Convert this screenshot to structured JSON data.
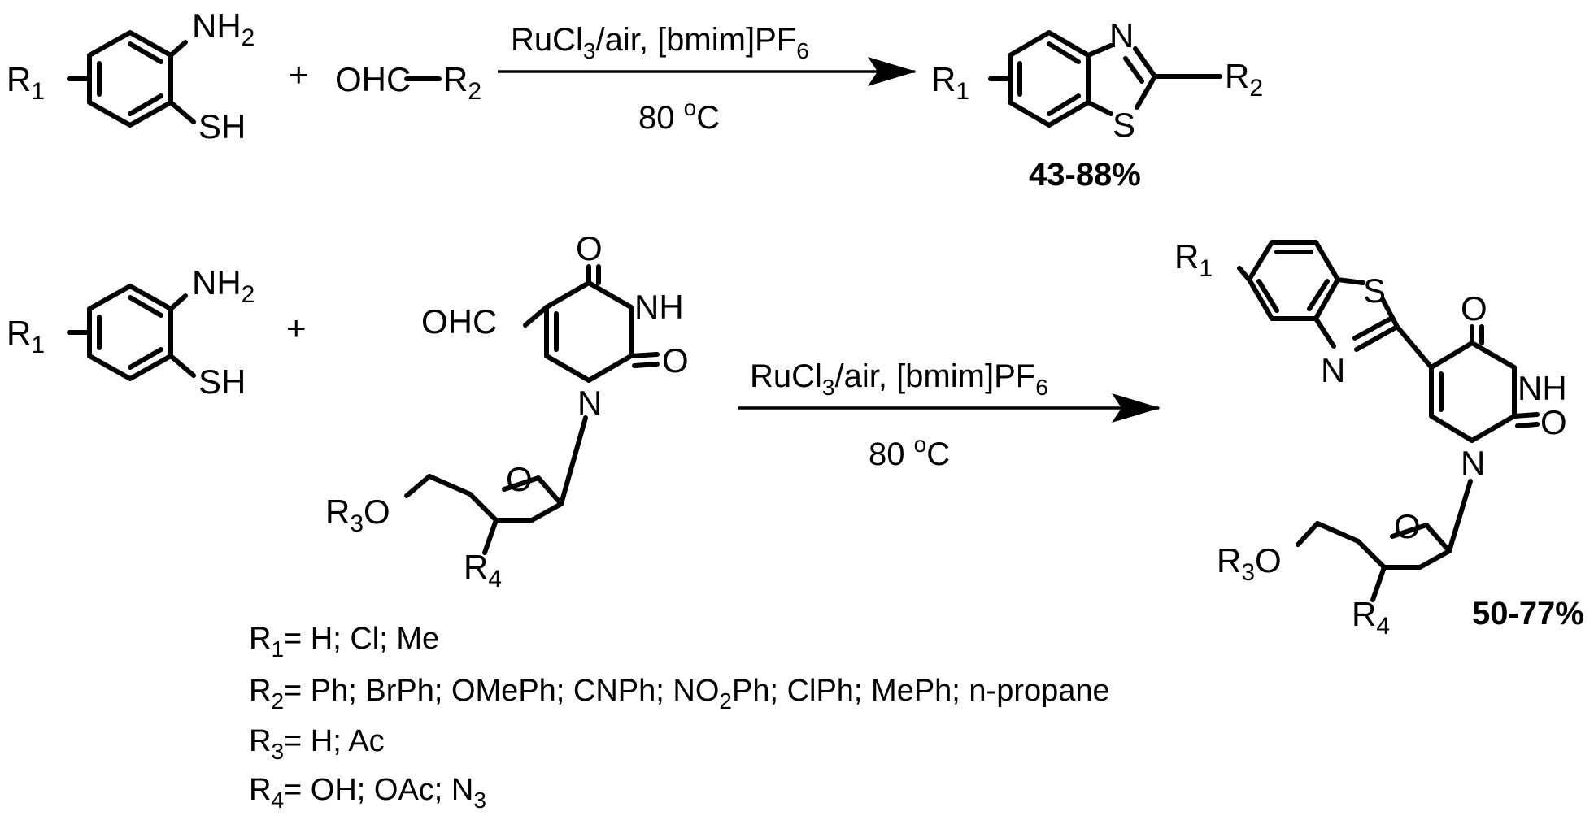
{
  "reaction1": {
    "reactant1": {
      "r1": "R",
      "r1_sub": "1",
      "amine_head": "NH",
      "amine_sub": "2",
      "thiol": "SH"
    },
    "plus": "+",
    "aldehyde": {
      "head": "OHC",
      "r": "R",
      "r_sub": "2"
    },
    "conditions_top": {
      "a": "RuCl",
      "a_sub": "3",
      "b": "/air, [bmim]PF",
      "b_sub": "6"
    },
    "conditions_bottom": {
      "num": "80 ",
      "deg": "o",
      "unit": "C"
    },
    "product": {
      "r1": "R",
      "r1_sub": "1",
      "n": "N",
      "s": "S",
      "r2": "R",
      "r2_sub": "2"
    },
    "yield": "43-88%"
  },
  "reaction2": {
    "reactant1": {
      "r1": "R",
      "r1_sub": "1",
      "amine_head": "NH",
      "amine_sub": "2",
      "thiol": "SH"
    },
    "plus": "+",
    "nucleoside": {
      "formyl": "OHC",
      "carbonyl_top": "O",
      "nh": "NH",
      "carbonyl_right": "O",
      "n1": "N",
      "ring_o": "O",
      "r3": "R",
      "r3_sub": "3",
      "r3_o": "O",
      "r4": "R",
      "r4_sub": "4"
    },
    "conditions_top": {
      "a": "RuCl",
      "a_sub": "3",
      "b": "/air, [bmim]PF",
      "b_sub": "6"
    },
    "conditions_bottom": {
      "num": "80 ",
      "deg": "o",
      "unit": "C"
    },
    "product": {
      "r1": "R",
      "r1_sub": "1",
      "s": "S",
      "n_thiazole": "N",
      "carbonyl_top": "O",
      "nh": "NH",
      "carbonyl_right": "O",
      "n1": "N",
      "ring_o": "O",
      "r3": "R",
      "r3_sub": "3",
      "r3_o": "O",
      "r4": "R",
      "r4_sub": "4"
    },
    "yield": "50-77%"
  },
  "legend": {
    "r1": {
      "label": "R",
      "sub": "1",
      "text": "= H; Cl; Me"
    },
    "r2": {
      "label": "R",
      "sub": "2",
      "text_a": "= Ph; BrPh; OMePh; CNPh; NO",
      "sub2": "2",
      "text_b": "Ph; ClPh; MePh; n-propane"
    },
    "r3": {
      "label": "R",
      "sub": "3",
      "text": "= H; Ac"
    },
    "r4": {
      "label": "R",
      "sub": "4",
      "text": "= OH; OAc; N",
      "sub2": "3"
    }
  }
}
